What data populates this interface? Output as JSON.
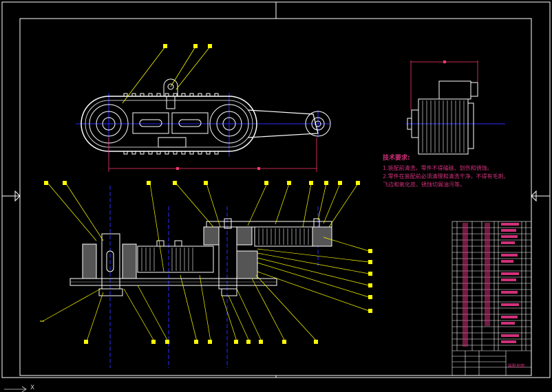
{
  "drawing": {
    "colors": {
      "background": "#000000",
      "frame": "#ffffff",
      "geometry": "#ffffff",
      "centerline": "#2b2bff",
      "leader": "#ffff00",
      "dimension": "#ff3a6e",
      "text": "#d0307a",
      "gray": "#9a9a9a"
    }
  },
  "tech_notes": {
    "title": "技术要求:",
    "lines": [
      "1.装配前清洗，零件不得磕碰、划伤和锈蚀。",
      "2.零件在装配前必须清理和清洗干净，不得有毛刺、",
      "飞边和氧化皮，锈蚀切屑油污等。"
    ]
  },
  "title_block": {
    "drawing_name": "装配总图"
  },
  "axis_label": "X"
}
